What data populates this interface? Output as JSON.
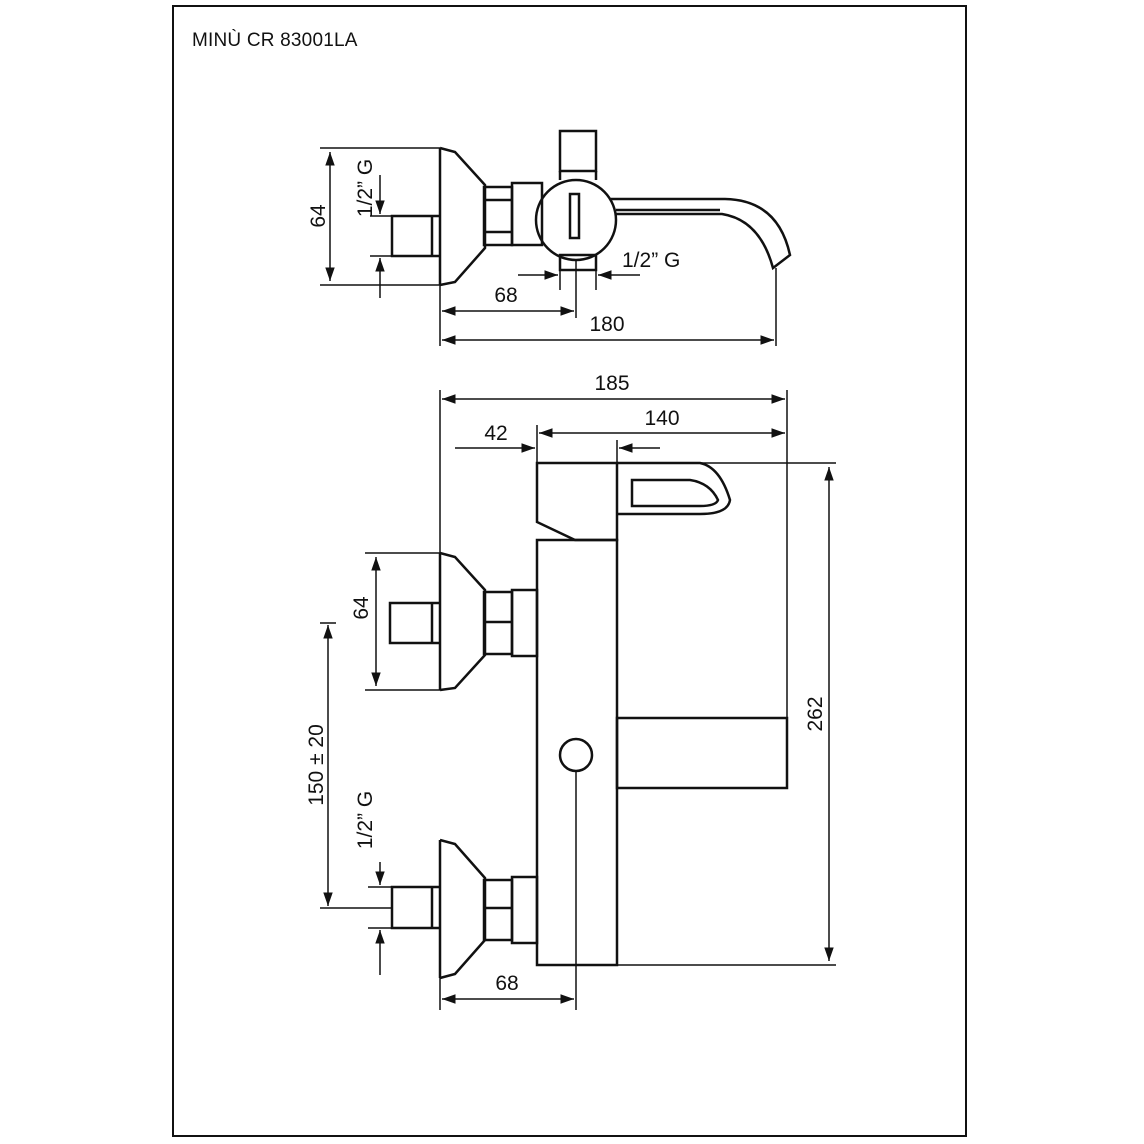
{
  "title": "MINÙ CR 83001LA",
  "top_view": {
    "dim_height": "64",
    "dim_thread_left": "1/2” G",
    "dim_thread_right": "1/2” G",
    "dim_68": "68",
    "dim_180": "180"
  },
  "front_view": {
    "dim_185": "185",
    "dim_42": "42",
    "dim_140": "140",
    "dim_64": "64",
    "dim_150": "150 ± 20",
    "dim_thread": "1/2” G",
    "dim_262": "262",
    "dim_68": "68"
  }
}
